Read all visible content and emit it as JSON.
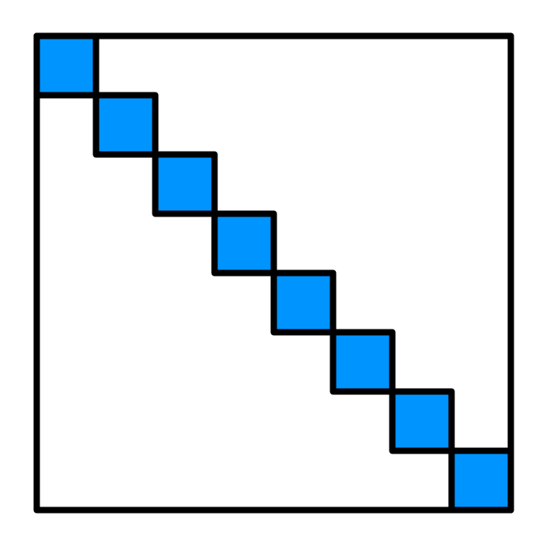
{
  "diagram": {
    "type": "grid-diagonal",
    "grid_size": 8,
    "filled_cells": [
      {
        "row": 1,
        "col": 1
      },
      {
        "row": 2,
        "col": 2
      },
      {
        "row": 3,
        "col": 3
      },
      {
        "row": 4,
        "col": 4
      },
      {
        "row": 5,
        "col": 5
      },
      {
        "row": 6,
        "col": 6
      },
      {
        "row": 7,
        "col": 7
      },
      {
        "row": 8,
        "col": 8
      }
    ],
    "colors": {
      "fill": "#0094ff",
      "stroke": "#000000",
      "background": "#ffffff"
    }
  }
}
